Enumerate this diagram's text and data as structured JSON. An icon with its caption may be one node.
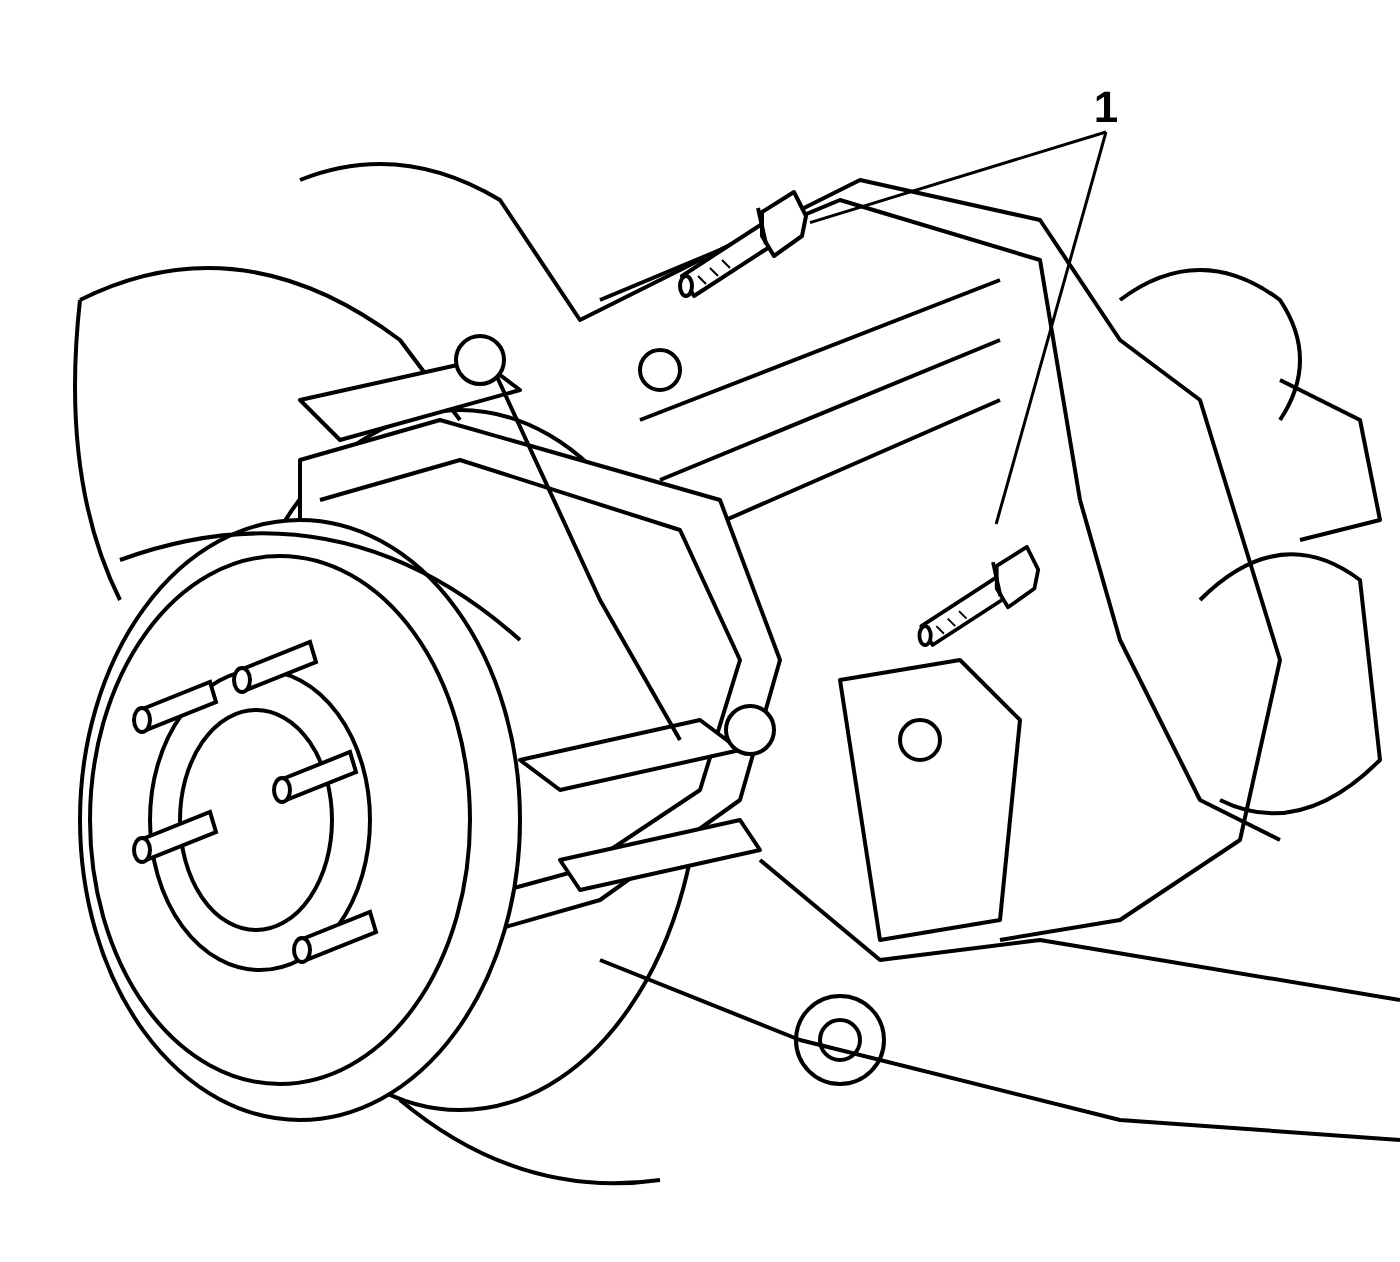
{
  "diagram": {
    "nodes": [
      {
        "text": [
          "1"
        ]
      },
      {
        "text": [],
        "shape": "picture"
      },
      {
        "text": [],
        "shape": "picture"
      }
    ],
    "edges": [
      {
        "from": 0,
        "to": 1,
        "arrow": "none"
      },
      {
        "from": 0,
        "to": 2,
        "arrow": "none"
      }
    ]
  }
}
